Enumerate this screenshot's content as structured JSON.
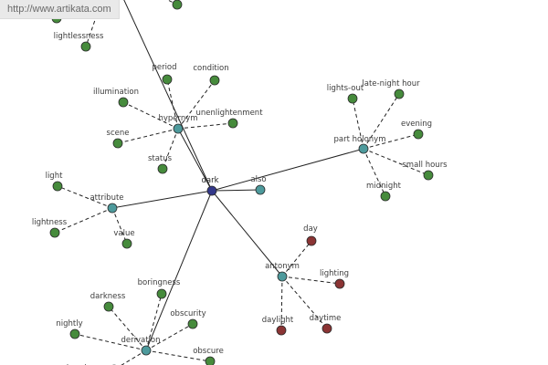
{
  "url_label": "http://www.artikata.com",
  "colors": {
    "center": "#33388a",
    "relation": "#4d9a9c",
    "word": "#468b3c",
    "antonym_word": "#8b3434",
    "edge": "#222222"
  },
  "center": {
    "id": "dark",
    "label": "dark"
  },
  "relations": [
    {
      "id": "hypernym",
      "label": "hypernym"
    },
    {
      "id": "part-holonym",
      "label": "part holonym"
    },
    {
      "id": "attribute",
      "label": "attribute"
    },
    {
      "id": "also",
      "label": "also"
    },
    {
      "id": "antonym",
      "label": "antonym"
    },
    {
      "id": "derivation",
      "label": "derivation"
    },
    {
      "id": "offscreen",
      "label": ""
    }
  ],
  "words": [
    {
      "id": "period",
      "label": "period",
      "relation": "hypernym",
      "kind": "word"
    },
    {
      "id": "condition",
      "label": "condition",
      "relation": "hypernym",
      "kind": "word"
    },
    {
      "id": "illumination",
      "label": "illumination",
      "relation": "hypernym",
      "kind": "word"
    },
    {
      "id": "unenlightenment",
      "label": "unenlightenment",
      "relation": "hypernym",
      "kind": "word"
    },
    {
      "id": "scene",
      "label": "scene",
      "relation": "hypernym",
      "kind": "word"
    },
    {
      "id": "status",
      "label": "status",
      "relation": "hypernym",
      "kind": "word"
    },
    {
      "id": "lights-out",
      "label": "lights-out",
      "relation": "part-holonym",
      "kind": "word"
    },
    {
      "id": "late-night-hour",
      "label": "late-night hour",
      "relation": "part-holonym",
      "kind": "word"
    },
    {
      "id": "evening",
      "label": "evening",
      "relation": "part-holonym",
      "kind": "word"
    },
    {
      "id": "small-hours",
      "label": "small hours",
      "relation": "part-holonym",
      "kind": "word"
    },
    {
      "id": "midnight",
      "label": "midnight",
      "relation": "part-holonym",
      "kind": "word"
    },
    {
      "id": "light",
      "label": "light",
      "relation": "attribute",
      "kind": "word"
    },
    {
      "id": "lightness",
      "label": "lightness",
      "relation": "attribute",
      "kind": "word"
    },
    {
      "id": "value",
      "label": "value",
      "relation": "attribute",
      "kind": "word"
    },
    {
      "id": "day",
      "label": "day",
      "relation": "antonym",
      "kind": "antonym_word"
    },
    {
      "id": "lighting",
      "label": "lighting",
      "relation": "antonym",
      "kind": "antonym_word"
    },
    {
      "id": "daylight",
      "label": "daylight",
      "relation": "antonym",
      "kind": "antonym_word"
    },
    {
      "id": "daytime",
      "label": "daytime",
      "relation": "antonym",
      "kind": "antonym_word"
    },
    {
      "id": "boringness",
      "label": "boringness",
      "relation": "derivation",
      "kind": "word"
    },
    {
      "id": "darkness",
      "label": "darkness",
      "relation": "derivation",
      "kind": "word"
    },
    {
      "id": "obscurity",
      "label": "obscurity",
      "relation": "derivation",
      "kind": "word"
    },
    {
      "id": "nightly",
      "label": "nightly",
      "relation": "derivation",
      "kind": "word"
    },
    {
      "id": "obscure",
      "label": "obscure",
      "relation": "derivation",
      "kind": "word"
    },
    {
      "id": "dreariness",
      "label": "dreariness",
      "relation": "derivation",
      "kind": "word"
    },
    {
      "id": "lightlessness",
      "label": "lightlessness",
      "relation": "offscreen",
      "kind": "word"
    },
    {
      "id": "top-word-1",
      "label": "",
      "relation": "offscreen",
      "kind": "word"
    },
    {
      "id": "top-word-2",
      "label": "",
      "relation": "offscreen",
      "kind": "word"
    }
  ]
}
